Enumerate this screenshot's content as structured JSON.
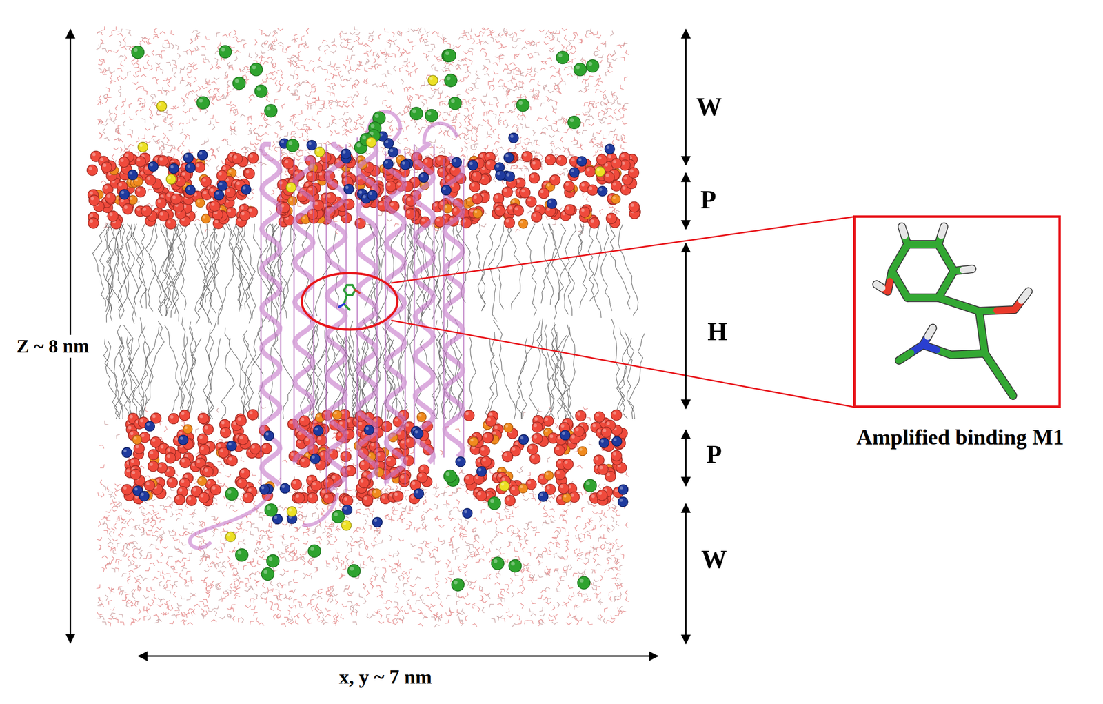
{
  "diagram": {
    "nodes": [
      {
        "text": [
          "Amplified binding M1"
        ]
      }
    ],
    "labels": [
      "Z ~ 8 nm",
      "W",
      "P",
      "H",
      "P",
      "W",
      "x, y ~ 7 nm"
    ]
  }
}
